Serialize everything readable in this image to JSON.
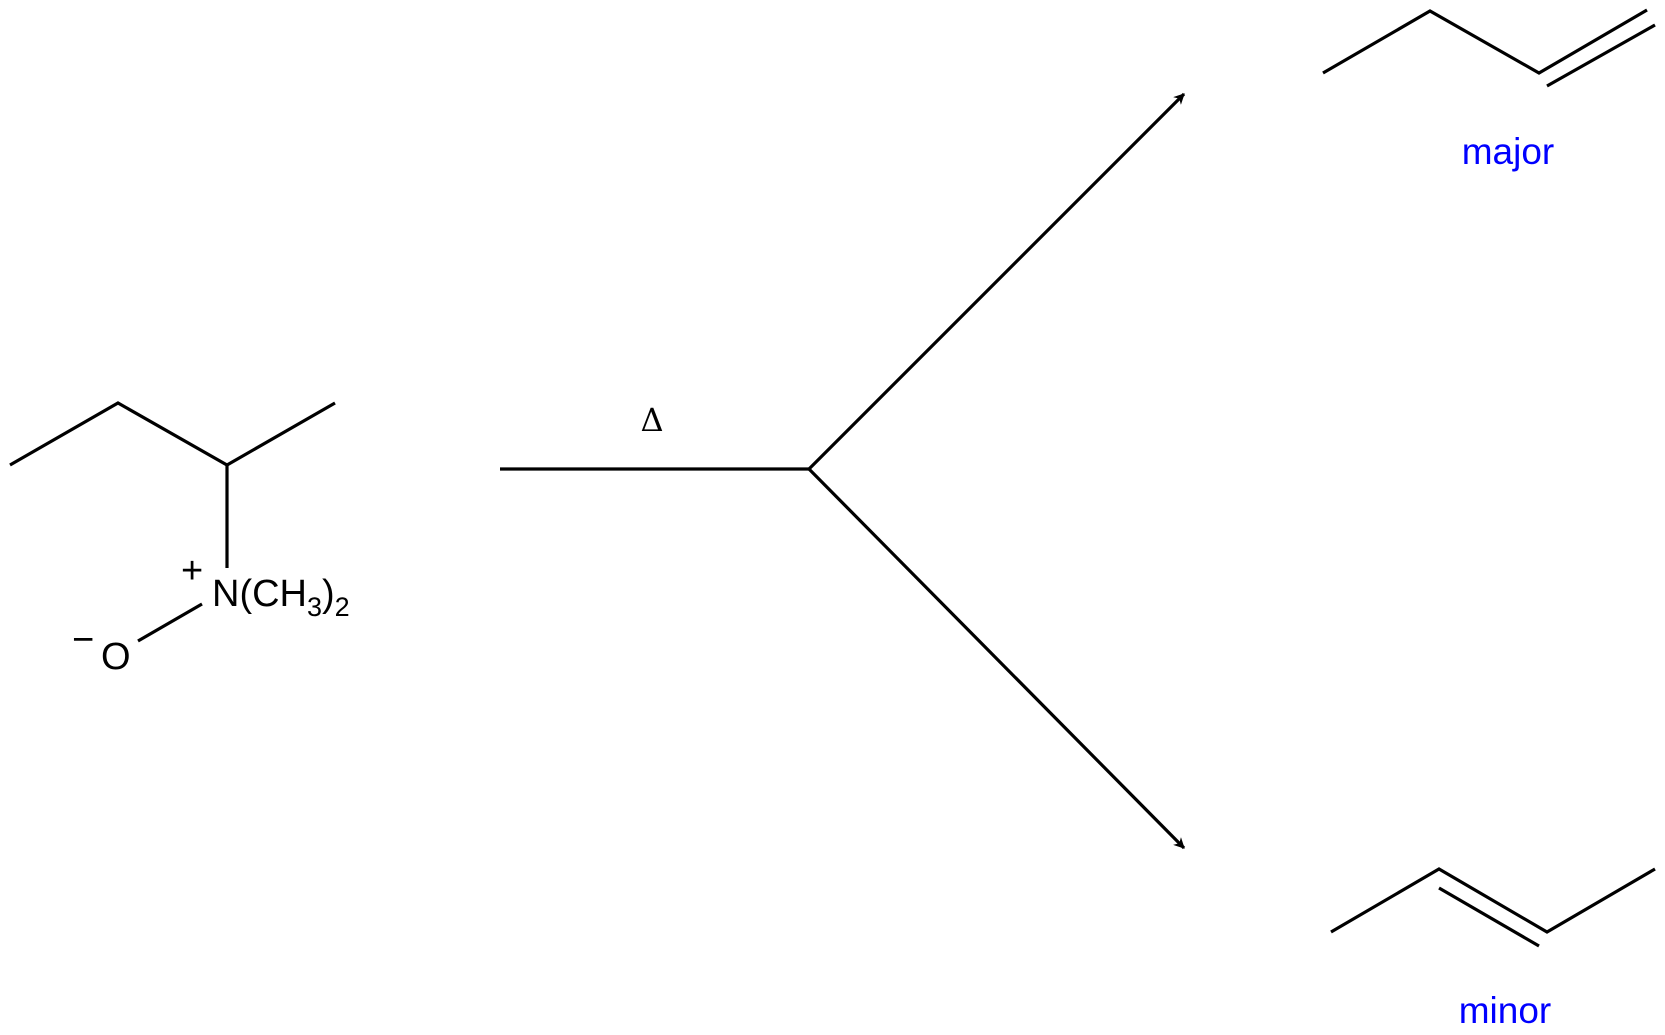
{
  "reactant": {
    "nitrogen_group": {
      "main": "N(CH",
      "sub3": "3",
      "close": ")",
      "sub2": "2"
    },
    "nitrogen_charge": "+",
    "oxygen": "O",
    "oxygen_charge": "−"
  },
  "condition": "Δ",
  "products": [
    {
      "label": "major",
      "color": "#0000ff"
    },
    {
      "label": "minor",
      "color": "#0000ff"
    }
  ]
}
